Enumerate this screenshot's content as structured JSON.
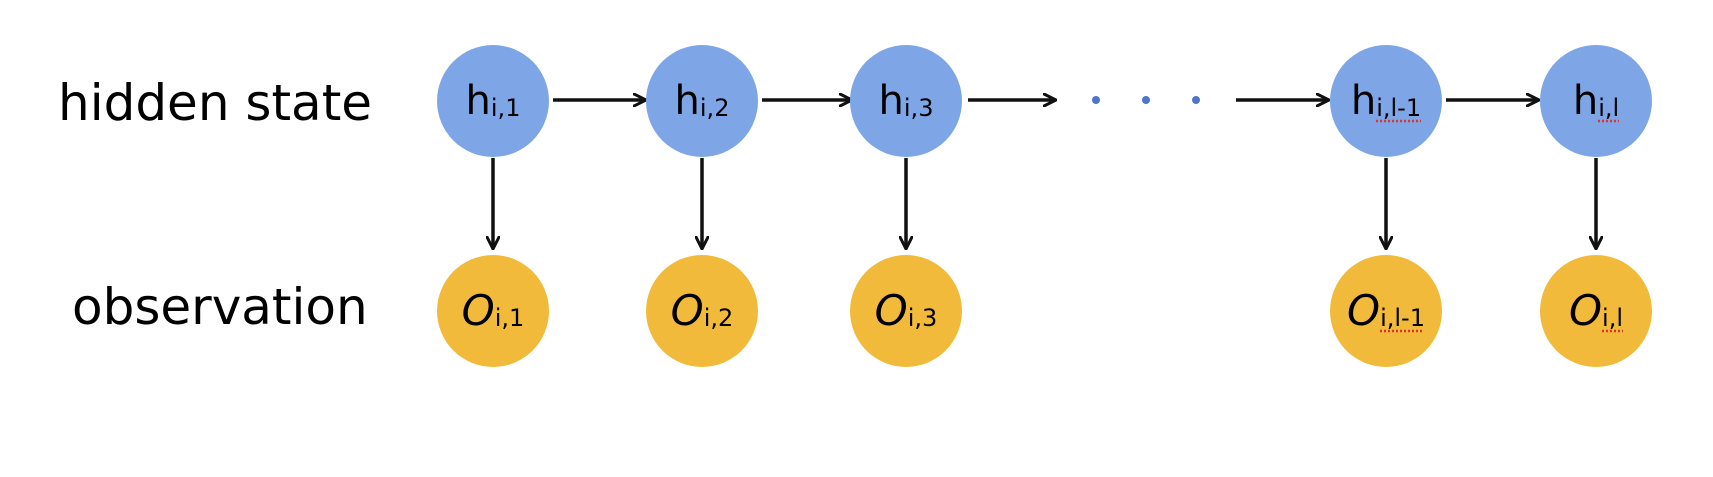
{
  "labels": {
    "hidden": "hidden state",
    "observation": "observation"
  },
  "hidden_nodes": [
    {
      "main": "h",
      "sub": "i,1"
    },
    {
      "main": "h",
      "sub": "i,2"
    },
    {
      "main": "h",
      "sub": "i,3"
    },
    {
      "main": "h",
      "sub": "i,l-1"
    },
    {
      "main": "h",
      "sub": "i,l"
    }
  ],
  "observation_nodes": [
    {
      "main": "O",
      "sub": "i,1"
    },
    {
      "main": "O",
      "sub": "i,2"
    },
    {
      "main": "O",
      "sub": "i,3"
    },
    {
      "main": "O",
      "sub": "i,l-1"
    },
    {
      "main": "O",
      "sub": "i,l"
    }
  ],
  "ellipsis": "· · ·",
  "colors": {
    "hidden_fill": "#7ea6e6",
    "observation_fill": "#f2ba3a",
    "arrow": "#111111",
    "ellipsis": "#4f74c9"
  }
}
